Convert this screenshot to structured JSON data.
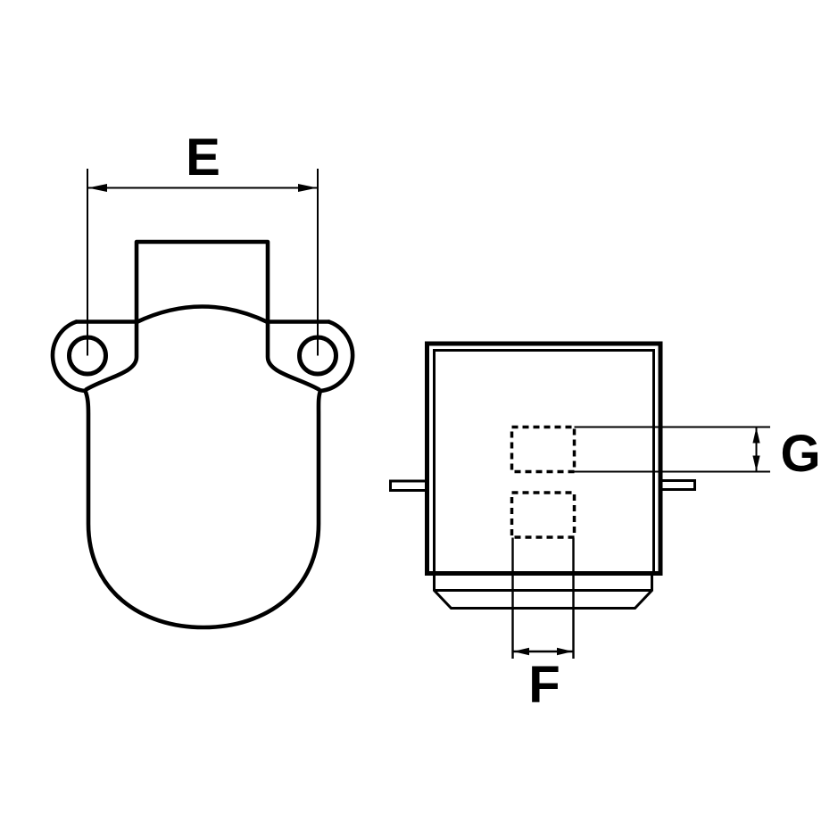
{
  "drawing": {
    "background_color": "#ffffff",
    "line_color": "#000000",
    "dimension_labels": {
      "e": "E",
      "f": "F",
      "g": "G"
    }
  }
}
